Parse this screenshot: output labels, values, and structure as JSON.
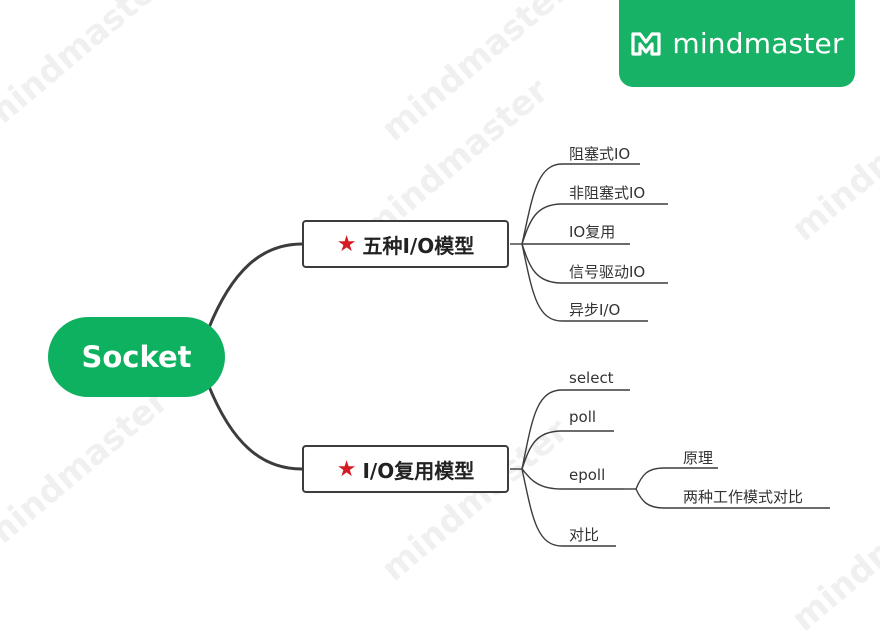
{
  "brand": {
    "name": "mindmaster",
    "logo_icon": "mindmaster-logo-icon",
    "color": "#17b266"
  },
  "watermark_text": "mindmaster",
  "mindmap": {
    "root": {
      "label": "Socket",
      "color": "#0eb15f"
    },
    "branches": [
      {
        "label": "五种I/O模型",
        "marker": "star-icon",
        "children": [
          {
            "label": "阻塞式IO"
          },
          {
            "label": "非阻塞式IO"
          },
          {
            "label": "IO复用"
          },
          {
            "label": "信号驱动IO"
          },
          {
            "label": "异步I/O"
          }
        ]
      },
      {
        "label": "I/O复用模型",
        "marker": "star-icon",
        "children": [
          {
            "label": "select"
          },
          {
            "label": "poll"
          },
          {
            "label": "epoll",
            "children": [
              {
                "label": "原理"
              },
              {
                "label": "两种工作模式对比"
              }
            ]
          },
          {
            "label": "对比"
          }
        ]
      }
    ]
  },
  "colors": {
    "line": "#3c3c3c",
    "star": "#d51b22"
  }
}
